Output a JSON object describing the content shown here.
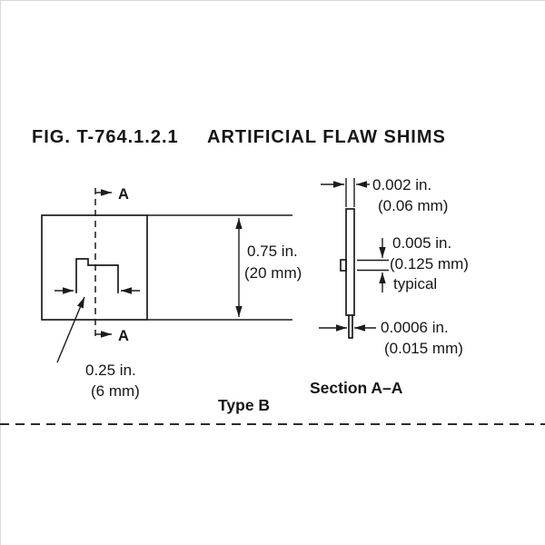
{
  "page": {
    "background": "#ffffff",
    "line_color": "#1c1c1c"
  },
  "figure": {
    "number": "FIG. T-764.1.2.1",
    "title": "ARTIFICIAL FLAW SHIMS",
    "type_label": "Type B",
    "section_label": "Section A–A"
  },
  "front_view": {
    "section_marker_top": "A",
    "section_marker_bottom": "A",
    "height_dim_value": "0.75 in.",
    "height_dim_metric": "(20 mm)",
    "notch_dim_value": "0.25 in.",
    "notch_dim_metric": "(6 mm)"
  },
  "section_view": {
    "thickness_value": "0.002 in.",
    "thickness_metric": "(0.06 mm)",
    "notch_depth_value": "0.005 in.",
    "notch_depth_metric": "(0.125 mm)",
    "notch_depth_qualifier": "typical",
    "ligament_value": "0.0006 in.",
    "ligament_metric": "(0.015 mm)"
  }
}
